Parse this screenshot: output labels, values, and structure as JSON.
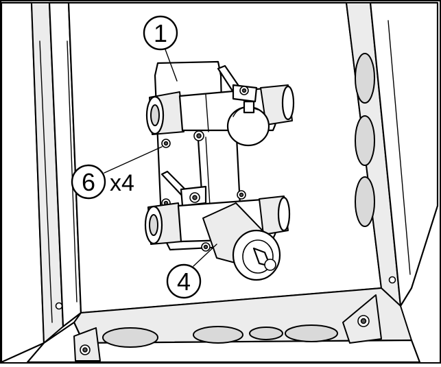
{
  "callouts": [
    {
      "id": "1",
      "label": "1"
    },
    {
      "id": "6",
      "label": "6"
    },
    {
      "id": "4",
      "label": "4"
    }
  ],
  "quantity": "x4"
}
